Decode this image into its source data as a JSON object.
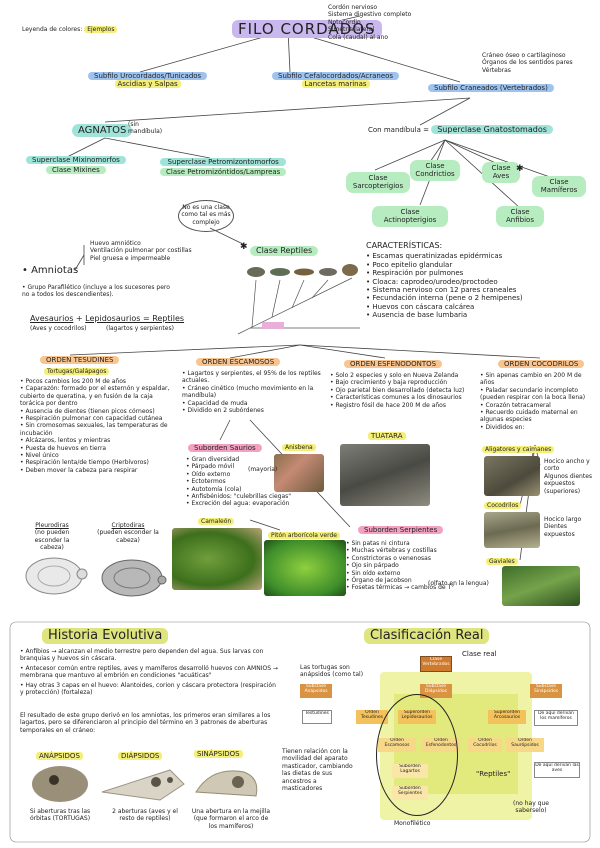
{
  "legend": {
    "label": "Leyenda de colores:",
    "example": "Ejemplos"
  },
  "title": "FILO CORDADOS",
  "phylum_traits": [
    "Cordón nervioso",
    "Sistema digestivo completo",
    "Notocordio",
    "Simetría lateral",
    "Cola (caudal) al ano"
  ],
  "subphyla": [
    {
      "name": "Subfilo Urocordados/Tunicados",
      "example": "Ascidias y Salpas"
    },
    {
      "name": "Subfilo Cefalocordados/Acraneos",
      "example": "Lancetas marinas"
    },
    {
      "name": "Subfilo Craneados (Vertebrados)",
      "note": [
        "Cráneo óseo o cartilaginoso",
        "Órganos de los sentidos pares",
        "Vértebras"
      ]
    }
  ],
  "agnatos": {
    "label": "AGNATOS",
    "note": "(sin mandíbula)",
    "superclasses": [
      {
        "name": "Superclase Mixinomorfos",
        "class": "Clase Mixines"
      },
      {
        "name": "Superclase Petromizontomorfos",
        "class": "Clase Petromizóntidos/Lampreas"
      }
    ]
  },
  "gnatostomados": {
    "prefix": "Con mandíbula =",
    "label": "Superclase Gnatostomados",
    "classes": [
      "Clase Sarcopterigios",
      "Clase Condrictios",
      "Clase Aves",
      "Clase Mamíferos",
      "Clase Actinopterigios",
      "Clase Anfibios"
    ]
  },
  "reptile_note": "No es una clase como tal es más complejo",
  "reptiles": {
    "label": "Clase Reptiles"
  },
  "amniota": {
    "items": [
      "Huevo amniótico",
      "Ventilación pulmonar por costillas",
      "Piel gruesa e impermeable"
    ],
    "label": "Amniotas",
    "group": "Grupo Parafilético (incluye a los sucesores pero no a todos los descendientes).",
    "equation_a": "Avesaurios",
    "equation_a_sub": "(Aves y cocodrilos)",
    "plus": "+",
    "equation_b": "Lepidosaurios = Reptiles",
    "equation_b_sub": "(lagartos y serpientes)"
  },
  "characteristics": {
    "title": "CARACTERÍSTICAS:",
    "items": [
      "Escamas queratinizadas epidérmicas",
      "Poco epitelio glandular",
      "Respiración por pulmones",
      "Cloaca: caprodeo/urodeo/proctodeo",
      "Sistema nervioso con 12 pares craneales",
      "Fecundación interna (pene o 2 hemipenes)",
      "Huevos con cáscara calcárea",
      "Ausencia de base lumbaria"
    ]
  },
  "orders": [
    {
      "name": "ORDEN TESUDINES",
      "example": "Tortugas/Galápagos",
      "items": [
        "Pocos cambios los 200 M de años",
        "Caparazón: formado por el esternón y espaldar, cubierto de queratina, y en fusión de la caja torácica por dentro",
        "Ausencia de dientes (tienen picos córneos)",
        "Respiración pulmonar con capacidad cutánea",
        "Sin cromosomas sexuales, las temperaturas de incubación",
        "Alcázaros, lentos y mientras",
        "Puesta de huevos en tierra",
        "Nivel único",
        "Respiración lenta/de tiempo (Herbívoros)",
        "Deben mover la cabeza para respirar"
      ],
      "sub_a": "Pleurodiras",
      "sub_a_desc": "(no pueden esconder la cabeza)",
      "sub_b": "Criptodiras",
      "sub_b_desc": "(pueden esconder la cabeza)"
    },
    {
      "name": "ORDEN ESCAMOSOS",
      "items": [
        "Lagartos y serpientes, el 95% de los reptiles actuales.",
        "Cráneo cinético (mucho movimiento en la mandíbula)",
        "Capacidad de muda",
        "Dividido en 2 subórdenes"
      ]
    },
    {
      "name": "ORDEN ESFENODONTOS",
      "items": [
        "Solo 2 especies y solo en Nueva Zelanda",
        "Bajo crecimiento y baja reproducción",
        "Ojo parietal bien desarrollado (detecta luz)",
        "Características comunes a los dinosaurios",
        "Registro fósil de hace 200 M de años"
      ],
      "example": "TUATARA"
    },
    {
      "name": "ORDEN COCODRILOS",
      "items": [
        "Sin apenas cambio en 200 M de años",
        "Paladar secundario incompleto (pueden respirar con la boca llena)",
        "Corazón tetracameral",
        "Recuerdo cuidado maternal en algunas especies",
        "Divididos en:"
      ],
      "families": [
        "Aligatores y caimanes",
        "Cocodrilos",
        "Gaviales"
      ],
      "notes": [
        "Hocico ancho y corto",
        "Algunos dientes expuestos (superiores)",
        "Hocico largo",
        "Dientes expuestos"
      ]
    }
  ],
  "saurios": {
    "label": "Suborden Saurios",
    "example": "Anisbena",
    "items": [
      "Gran diversidad",
      "Párpado móvil",
      "Oído externo",
      "Ectotermos",
      "Autotomía (cola)",
      "Anfisbénidos: \"culebrillas ciegas\"",
      "Excreción del agua: evaporación"
    ],
    "note": "(mayoría)",
    "photo_label": "Camaleón"
  },
  "serpientes": {
    "label": "Suborden Serpientes",
    "example": "Pitón arborícola verde",
    "items": [
      "Sin patas ni cintura",
      "Muchas vértebras y costillas",
      "Constrictoras o venenosas",
      "Ojo sin párpado",
      "Sin oído externo",
      "Órgano de Jacobson",
      "Fosetas térmicas → cambios de T°"
    ],
    "note": "(olfato en la lengua)"
  },
  "history": {
    "title": "Historia Evolutiva",
    "items": [
      "Anfibios → alcanzan el medio terrestre pero dependen del agua. Sus larvas con branquias y huevos sin cáscara.",
      "Antecesor común entre reptiles, aves y mamíferos desarrolló huevos con AMNIOS → membrana que mantuvo al embrión en condiciones \"acuáticas\"",
      "Hay otras 3 capas en el huevo: Alantoides, corion y cáscara protectora (respiración y protección) (fortaleza)"
    ],
    "paragraph": "El resultado de este grupo derivó en los amniotas, los primeros eran similares a los lagartos, pero se diferenciaron al principio del término en 3 patrones de aberturas temporales en el cráneo:",
    "skulls": [
      {
        "name": "ANÁPSIDOS",
        "desc": "Si aberturas tras las órbitas (TORTUGAS)"
      },
      {
        "name": "DIÁPSIDOS",
        "desc": "2 aberturas (aves y el resto de reptiles)"
      },
      {
        "name": "SINÁPSIDOS",
        "desc": "Una abertura en la mejilla (que formaron el arco de los mamíferos)"
      }
    ],
    "relation_note": "Tienen relación con la movilidad del aparato masticador, cambiando las dietas de sus ancestros a masticadores"
  },
  "classification": {
    "title": "Clasificación Real",
    "note_top": "Las tortugas son anápsidos (como tal)",
    "clase_real": "Clase real",
    "top_box": "Clase Vertebrados",
    "row2": [
      "Subclase Anápsidos",
      "Subclase Diápsidos",
      "Subclase Sinápsidos"
    ],
    "row3": [
      "Testudines",
      "Orden Tesudines",
      "Superorden Lepidosaurios",
      "Superorden Arcosaurios",
      "De aquí derivan los mamíferos"
    ],
    "row4": [
      "Orden Escamosos",
      "Orden Esfenodontos",
      "Orden Cocodrilos",
      "Orden Saurópsidos"
    ],
    "row5": [
      "Suborden Lagartos",
      "Suborden Serpientes"
    ],
    "side_box": "De aquí derivan las aves",
    "reptiles_label": "\"Reptiles\"",
    "monofiletico": "Monofilético",
    "no_hay": "(no hay que saberselo)"
  }
}
